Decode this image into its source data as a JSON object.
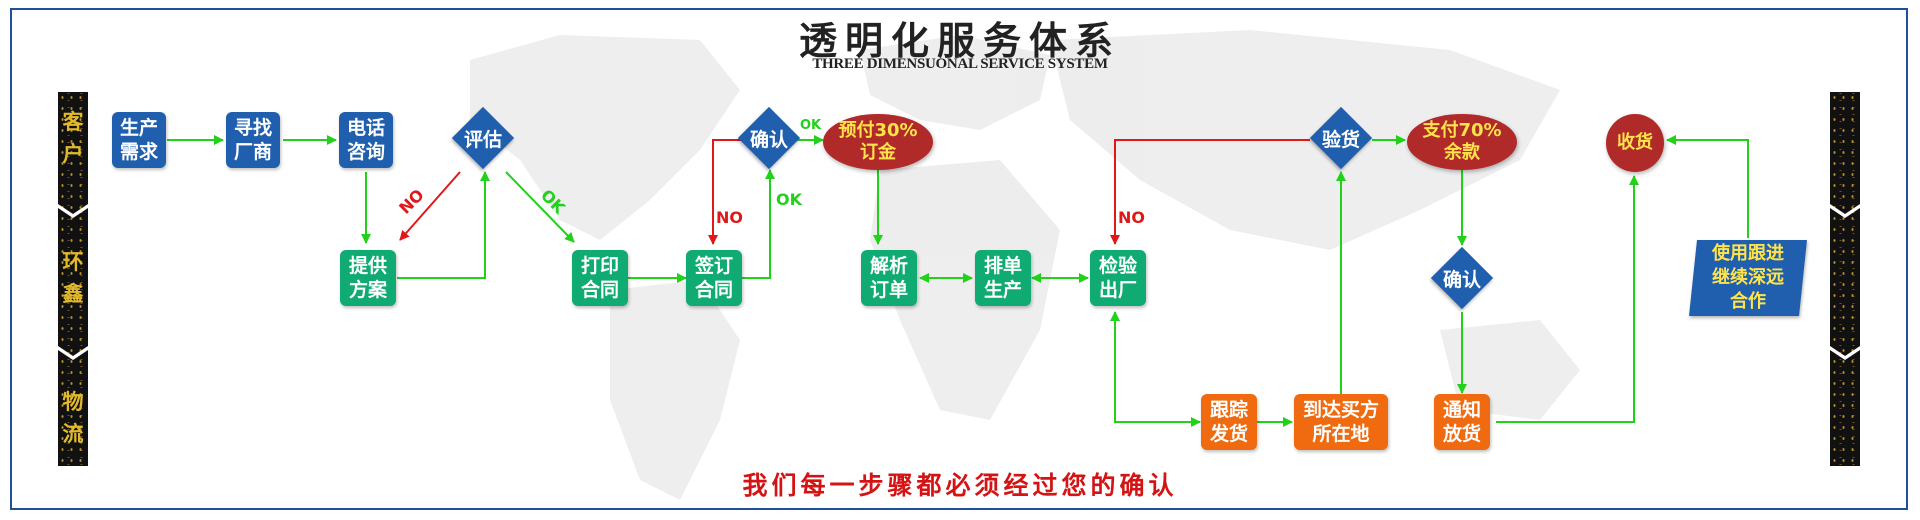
{
  "header": {
    "title": "透明化服务体系",
    "subtitle": "THREE DIMENSUONAL SERVICE SYSTEM"
  },
  "footer": {
    "text": "我们每一步骤都必须经过您的确认"
  },
  "sidebar": {
    "segments": [
      {
        "label": "客户"
      },
      {
        "label": "环鑫"
      },
      {
        "label": "物流"
      }
    ]
  },
  "nodes": {
    "production_demand": "生产\n需求",
    "find_factory": "寻找\n厂商",
    "phone_consult": "电话\n咨询",
    "evaluate": "评估",
    "provide_plan": "提供\n方案",
    "print_contract": "打印\n合同",
    "sign_contract": "签订\n合同",
    "confirm_1": "确认",
    "prepay": "预付30%\n订金",
    "parse_order": "解析\n订单",
    "schedule_production": "排单\n生产",
    "inspect_ship": "检验\n出厂",
    "inspect_goods": "验货",
    "pay_balance": "支付70%\n余款",
    "confirm_2": "确认",
    "receive_goods": "收货",
    "track_shipment": "跟踪\n发货",
    "arrive_location": "到达买方\n所在地",
    "notify_release": "通知\n放货",
    "continue_cooperation": "使用跟进\n继续深远\n合作"
  },
  "edge_labels": {
    "evaluate_no": "NO",
    "evaluate_ok": "OK",
    "confirm_no": "NO",
    "confirm_ok": "OK",
    "prepay_ok": "OK",
    "inspect_no": "NO"
  },
  "colors": {
    "frame": "#1f4e9a",
    "blue_node": "#1f5fae",
    "green_node": "#0fab72",
    "orange_node": "#f06a0f",
    "oval_node": "#b02a2a",
    "oval_text": "#ffe34a",
    "arrow_green": "#22d11a",
    "arrow_red": "#e01818",
    "footer_text": "#d41414",
    "side_label": "#e3b92c"
  }
}
